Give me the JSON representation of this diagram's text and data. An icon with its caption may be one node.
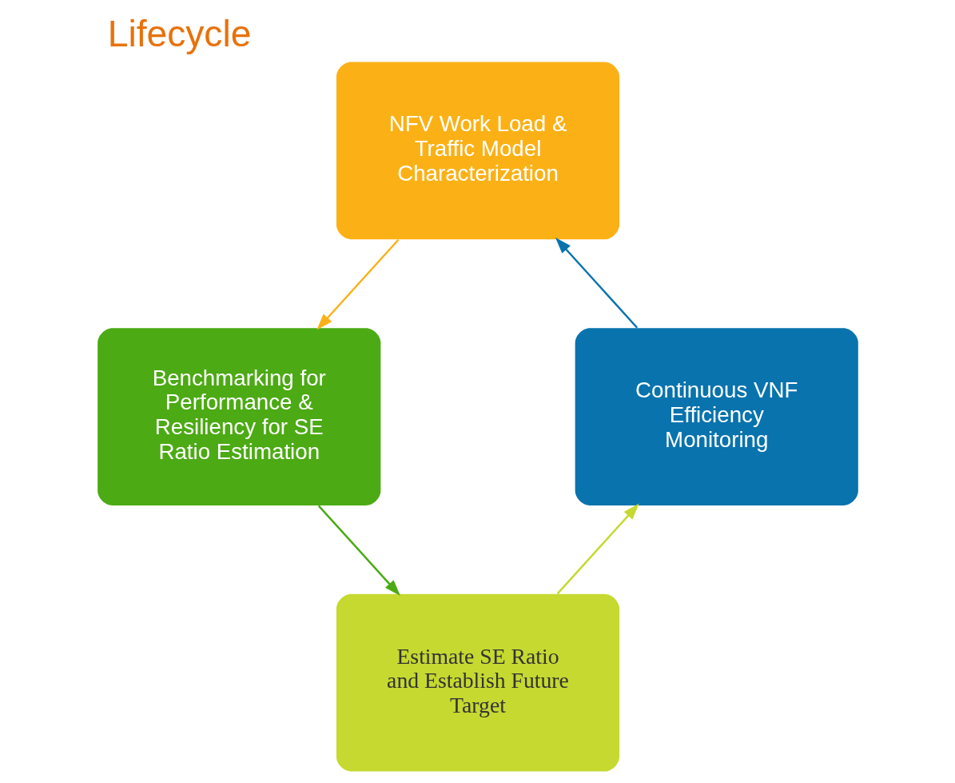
{
  "diagram": {
    "title": "Lifecycle",
    "nodes": [
      {
        "text": [
          "NFV Work Load & Traffic Model Characterization"
        ]
      },
      {
        "text": [
          "Benchmarking for Performance & Resiliency for SE Ratio Estimation"
        ]
      },
      {
        "text": [
          "Estimate SE Ratio and Establish Future Target"
        ]
      },
      {
        "text": [
          "Continuous VNF Efficiency Monitoring"
        ]
      }
    ],
    "edges": [
      {
        "from": 0,
        "to": 1,
        "arrow": "to",
        "color": "#fbb116"
      },
      {
        "from": 1,
        "to": 2,
        "arrow": "to",
        "color": "#4caa14"
      },
      {
        "from": 2,
        "to": 3,
        "arrow": "to",
        "color": "#c5d930"
      },
      {
        "from": 3,
        "to": 0,
        "arrow": "to",
        "color": "#0873ad"
      }
    ]
  }
}
